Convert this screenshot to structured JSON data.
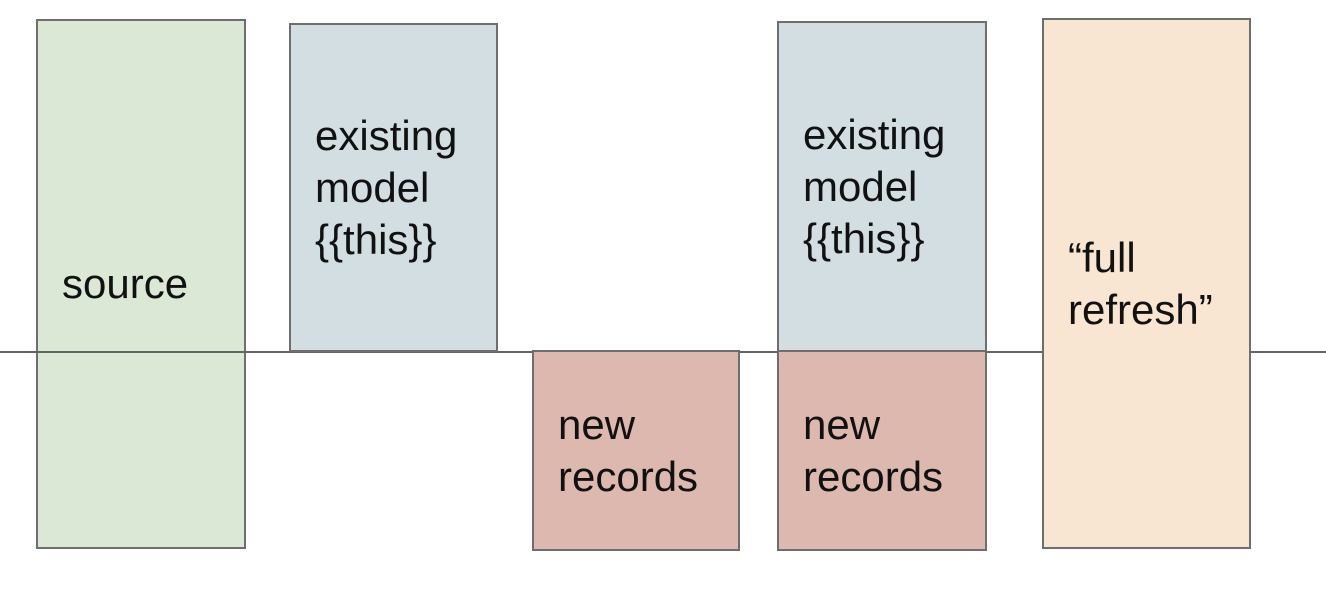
{
  "diagram": {
    "background": "#ffffff",
    "border_color": "#6e6e6e",
    "text_color": "#111111",
    "divider": {
      "name": "timeline-divider",
      "color": "#646464"
    },
    "boxes": [
      {
        "name": "source",
        "label": "source",
        "fill": "#dbe8d5"
      },
      {
        "name": "existing-model-left",
        "label": "existing\nmodel\n{{this}}",
        "fill": "#d2dee2"
      },
      {
        "name": "new-records-left",
        "label": "new\nrecords",
        "fill": "#dcb8af"
      },
      {
        "name": "existing-model-right",
        "label": "existing\nmodel\n{{this}}",
        "fill": "#d2dee2"
      },
      {
        "name": "new-records-right",
        "label": "new\nrecords",
        "fill": "#dcb8af"
      },
      {
        "name": "full-refresh",
        "label": "“full\nrefresh”",
        "fill": "#f8e5d2"
      }
    ]
  }
}
